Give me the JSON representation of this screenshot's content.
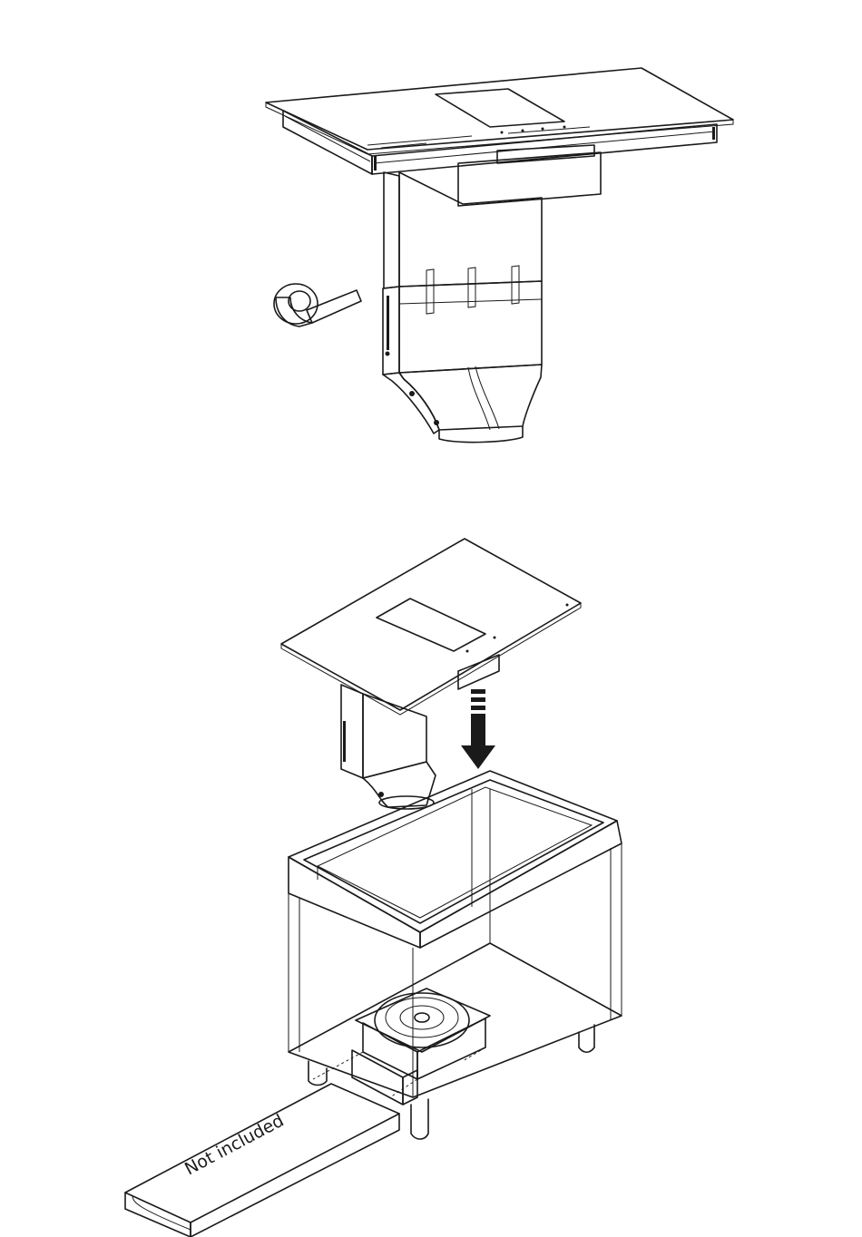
{
  "diagram": {
    "callout": {
      "text": "Not included"
    },
    "colors": {
      "line": "#1a1a1a",
      "hob_top_step1": "#8a8a8a",
      "hob_top_step2": "#7a7a7a",
      "glass_window": "#ffffff",
      "cabinet_floor": "#d9d9d9",
      "tape": "#a8a8a8",
      "arrow": "#1a1a1a"
    },
    "steps": [
      {
        "name": "step-1-tape-duct-joint",
        "icons": [
          "hob-with-downdraft-duct",
          "adhesive-tape-roll-icon"
        ]
      },
      {
        "name": "step-2-insert-into-cabinet",
        "icons": [
          "hob-with-downdraft-duct",
          "down-arrow-icon",
          "base-cabinet",
          "remote-motor-unit",
          "flat-duct"
        ]
      }
    ]
  }
}
